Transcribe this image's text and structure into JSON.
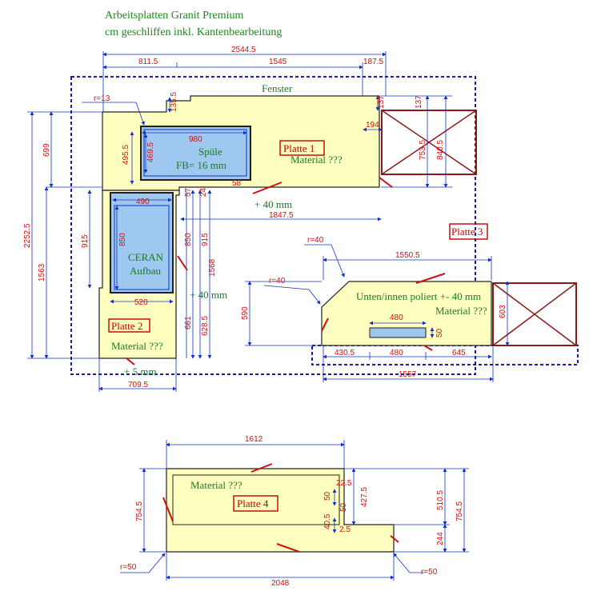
{
  "header": {
    "line1": "Arbeitsplatten Granit Premium",
    "line2": "cm geschliffen inkl. Kantenbearbeitung"
  },
  "colors": {
    "slab": "#ffffc0",
    "sink": "#9ec8f0",
    "dimension_text": "#d01010",
    "dimension_line": "#1030d0",
    "label_text": "#1a7a2a",
    "box": "#8b1a1a"
  },
  "plates": {
    "p1": {
      "title": "Platte 1",
      "material": "Material ???",
      "window": "Fenster",
      "sink_label": "Spüle",
      "sink_note": "FB= 16 mm",
      "edge_note": "+ 40 mm"
    },
    "p2": {
      "title": "Platte 2",
      "material": "Material ???",
      "cooktop_line1": "CERAN",
      "cooktop_line2": "Aufbau",
      "edge_note": "+ 40 mm",
      "bottom_note": "+ 5 mm"
    },
    "p3": {
      "title": "Platte 3",
      "note": "Unten/innen poliert +- 40 mm",
      "material": "Material ???"
    },
    "p4": {
      "title": "Platte 4",
      "material": "Material ???"
    }
  },
  "dimensions": {
    "d2544": "2544.5",
    "d811": "811.5",
    "d1545": "1545",
    "d187": "187.5",
    "r13": "r=13",
    "d135": "135.5",
    "d137a": "137",
    "d137b": "137",
    "d980": "980",
    "d4695": "469.5",
    "d4955": "495.5",
    "d194": "194",
    "d7535": "753.5",
    "d8405": "840.5",
    "d699": "699",
    "d22525": "2252.5",
    "d1563": "1563",
    "d915a": "915",
    "d490": "490",
    "d850a": "850",
    "d850b": "850",
    "d915b": "915",
    "d1568": "1568",
    "d6615": "661",
    "d6285": "628.5",
    "d520": "520",
    "d18475": "1847.5",
    "d7095": "709.5",
    "d57": "57",
    "d24": "24",
    "d58": "58",
    "r40a": "r=40",
    "r40b": "r=40",
    "d15505": "1550.5",
    "d590": "590",
    "d603": "603",
    "d480a": "480",
    "d50a": "50",
    "d4305": "430.5",
    "d480b": "480",
    "d645": "645",
    "d1557": "1557",
    "d1612": "1612",
    "d7545a": "754.5",
    "d7545b": "754.5",
    "d5105": "510.5",
    "d244": "244",
    "d4275": "427.5",
    "d225": "22.5",
    "d50b": "50",
    "d50c": "50",
    "d405": "40.5",
    "d25": "2.5",
    "d2048": "2048",
    "r50a": "r=50",
    "r50b": "r=50"
  }
}
